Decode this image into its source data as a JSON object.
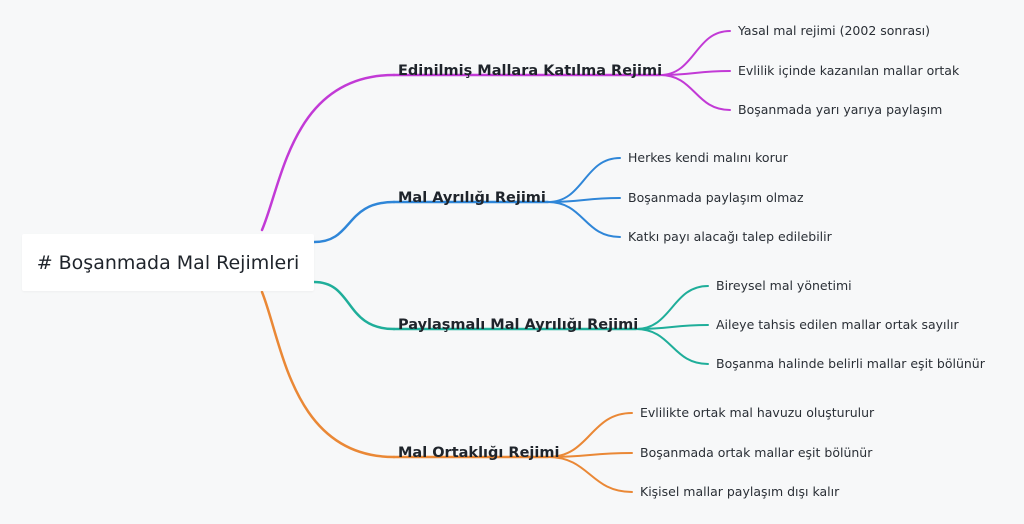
{
  "root": {
    "label": "# Boşanmada Mal Rejimleri"
  },
  "branches": [
    {
      "label": "Edinilmiş Mallara Katılma Rejimi",
      "color": "#c23ad6",
      "leaves": [
        "Yasal mal rejimi (2002 sonrası)",
        "Evlilik içinde kazanılan mallar ortak",
        "Boşanmada yarı yarıya paylaşım"
      ]
    },
    {
      "label": "Mal Ayrılığı Rejimi",
      "color": "#2f86d8",
      "leaves": [
        "Herkes kendi malını korur",
        "Boşanmada paylaşım olmaz",
        "Katkı payı alacağı talep edilebilir"
      ]
    },
    {
      "label": "Paylaşmalı Mal Ayrılığı Rejimi",
      "color": "#1fae9a",
      "leaves": [
        "Bireysel mal yönetimi",
        "Aileye tahsis edilen mallar ortak sayılır",
        "Boşanma halinde belirli mallar eşit bölünür"
      ]
    },
    {
      "label": "Mal Ortaklığı Rejimi",
      "color": "#ea8836",
      "leaves": [
        "Evlilikte ortak mal havuzu oluşturulur",
        "Boşanmada ortak mallar eşit bölünür",
        "Kişisel mallar paylaşım dışı kalır"
      ]
    }
  ]
}
